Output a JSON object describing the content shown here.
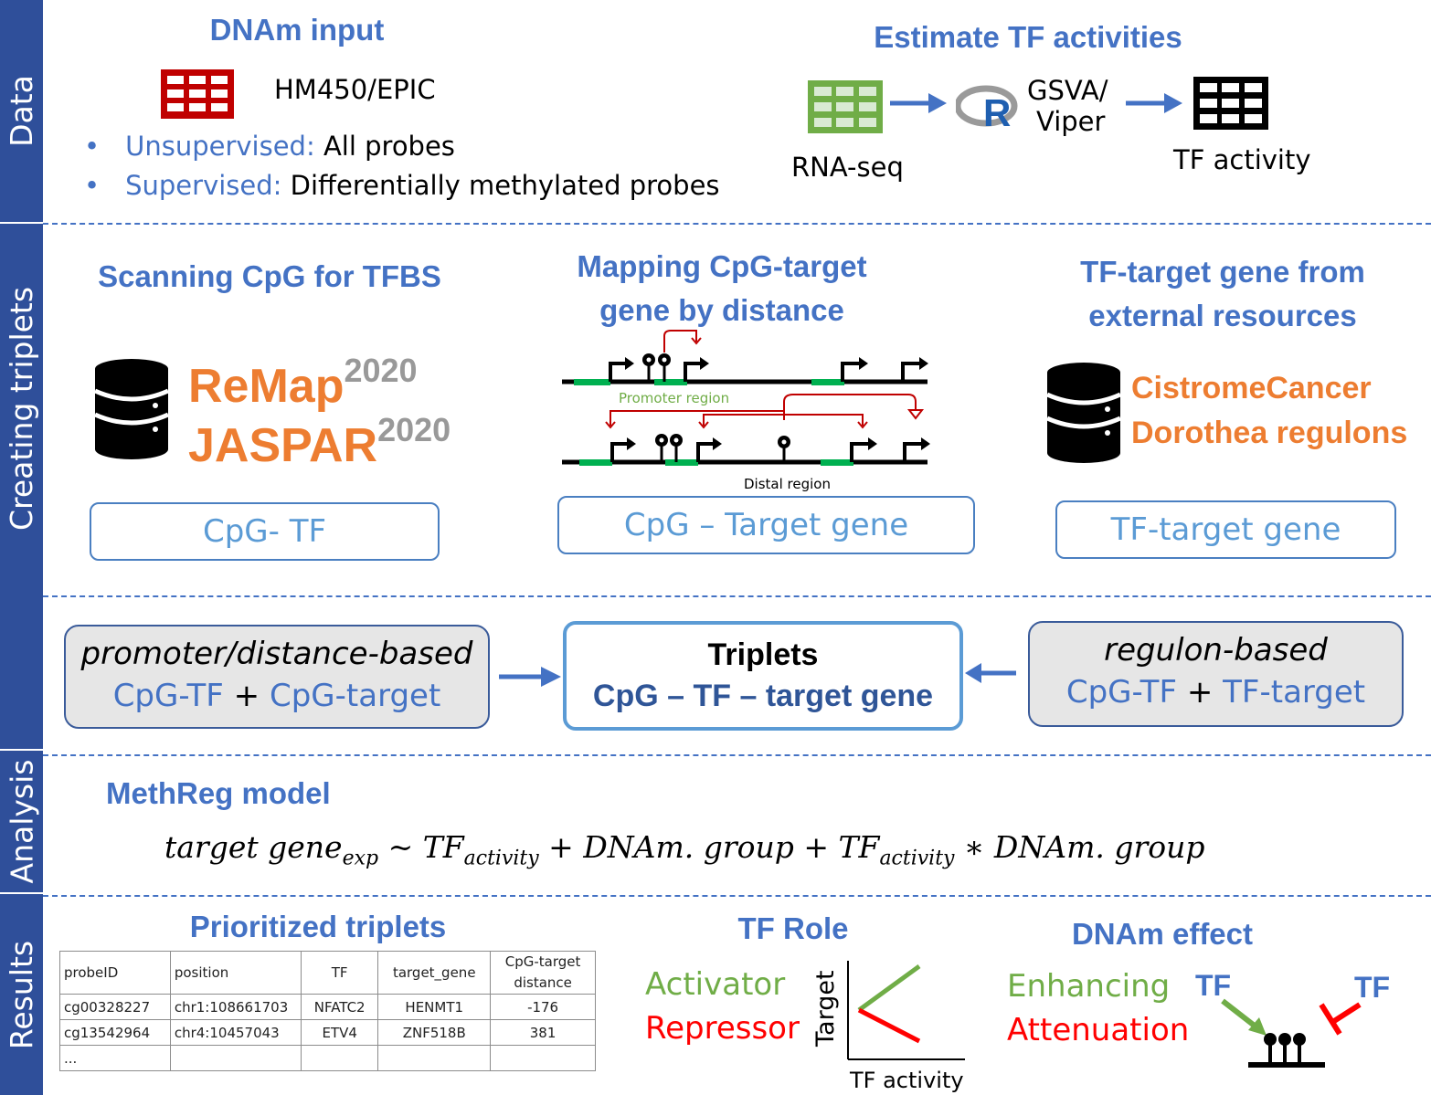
{
  "sections": {
    "data": "Data",
    "creating": "Creating triplets",
    "analysis": "Analysis",
    "results": "Results"
  },
  "dnam_input": {
    "title": "DNAm input",
    "platform": "HM450/EPIC",
    "bullets": [
      {
        "label": "Unsupervised:",
        "text": "All probes"
      },
      {
        "label": "Supervised:",
        "text": "Differentially methylated probes"
      }
    ]
  },
  "tf_activities": {
    "title": "Estimate TF activities",
    "rnaseq": "RNA-seq",
    "r_logo": "R",
    "tool": [
      "GSVA/",
      "Viper"
    ],
    "tf_activity": "TF activity"
  },
  "scanning": {
    "title": "Scanning CpG for TFBS",
    "db1": "ReMap",
    "db1_year": "2020",
    "db2": "JASPAR",
    "db2_year": "2020",
    "box": "CpG- TF"
  },
  "mapping": {
    "title": [
      "Mapping CpG-target",
      "gene by distance"
    ],
    "promoter_label": "Promoter region",
    "distal_label": "Distal region",
    "box": "CpG – Target gene"
  },
  "external": {
    "title": [
      "TF-target gene from",
      "external resources"
    ],
    "res1": "CistromeCancer",
    "res2": "Dorothea regulons",
    "box": "TF-target gene"
  },
  "triplets": {
    "left_title": "promoter/distance-based",
    "left_a": "CpG-TF",
    "plus": "+",
    "left_b": "CpG-target",
    "center_title": "Triplets",
    "center_sub": "CpG – TF – target gene",
    "right_title": "regulon-based",
    "right_a": "CpG-TF",
    "right_b": "TF-target"
  },
  "model": {
    "title": "MethReg model",
    "formula": {
      "a": "target gene",
      "a_sub": "exp",
      "tilde": " ~ TF",
      "b_sub": "activity",
      "c": " + DNAm. group + TF",
      "d_sub": "activity",
      "e": " ∗  DNAm. group"
    }
  },
  "prioritized": {
    "title": "Prioritized triplets",
    "headers": [
      "probeID",
      "position",
      "TF",
      "target_gene",
      "CpG-target",
      "distance"
    ],
    "rows": [
      [
        "cg00328227",
        "chr1:108661703",
        "NFATC2",
        "HENMT1",
        "-176"
      ],
      [
        "cg13542964",
        "chr4:10457043",
        "ETV4",
        "ZNF518B",
        "381"
      ]
    ],
    "ellipsis": "..."
  },
  "tf_role": {
    "title": "TF Role",
    "activator": "Activator",
    "repressor": "Repressor",
    "ylabel": "Target",
    "xlabel": "TF activity",
    "colors": {
      "activator": "#70ad47",
      "repressor": "#ff0000"
    }
  },
  "dnam_effect": {
    "title": "DNAm effect",
    "enhancing": "Enhancing",
    "attenuation": "Attenuation",
    "tf1": "TF",
    "tf2": "TF"
  },
  "colors": {
    "section_bar": "#2f4f9a",
    "title_blue": "#4472c4",
    "box_text": "#5b9bd5",
    "orange": "#ed7d31",
    "green": "#70ad47",
    "red": "#ff0000",
    "dnam_red": "#c00000"
  }
}
